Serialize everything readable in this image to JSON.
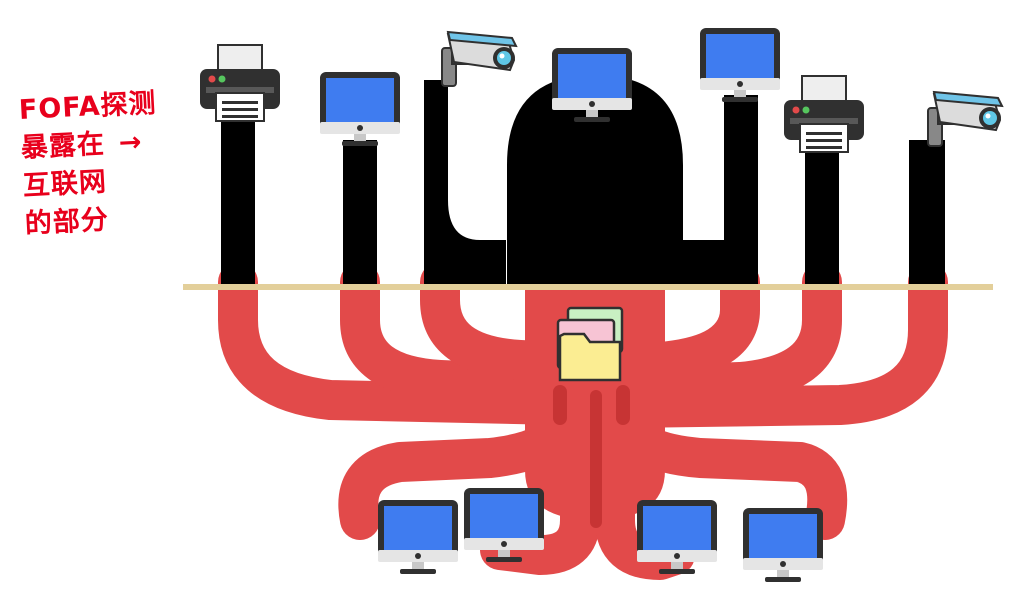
{
  "annotation": {
    "lines": [
      "FOFA探测",
      "暴露在",
      "互联网",
      "的部分"
    ],
    "arrow": "→",
    "color": "#e8001c"
  },
  "colors": {
    "exposed": "#000000",
    "hidden": "#e24a4a",
    "hidden_shade": "#c73434",
    "surface_line": "#e3cf9a",
    "screen": "#3f7cf0",
    "bezel": "#303030",
    "stand": "#d0d0d0",
    "camera_lens": "#5fc7e6",
    "folder_yellow": "#fbed92",
    "folder_pink": "#f7c4d4",
    "folder_green": "#c9f0c3"
  },
  "icons": {
    "exposed_devices": [
      "printer-icon",
      "monitor-icon",
      "camera-icon",
      "monitor-icon",
      "monitor-icon",
      "printer-icon",
      "camera-icon"
    ],
    "hidden_devices": [
      "monitor-icon",
      "monitor-icon",
      "monitor-icon",
      "monitor-icon"
    ],
    "data": "folders-icon"
  }
}
